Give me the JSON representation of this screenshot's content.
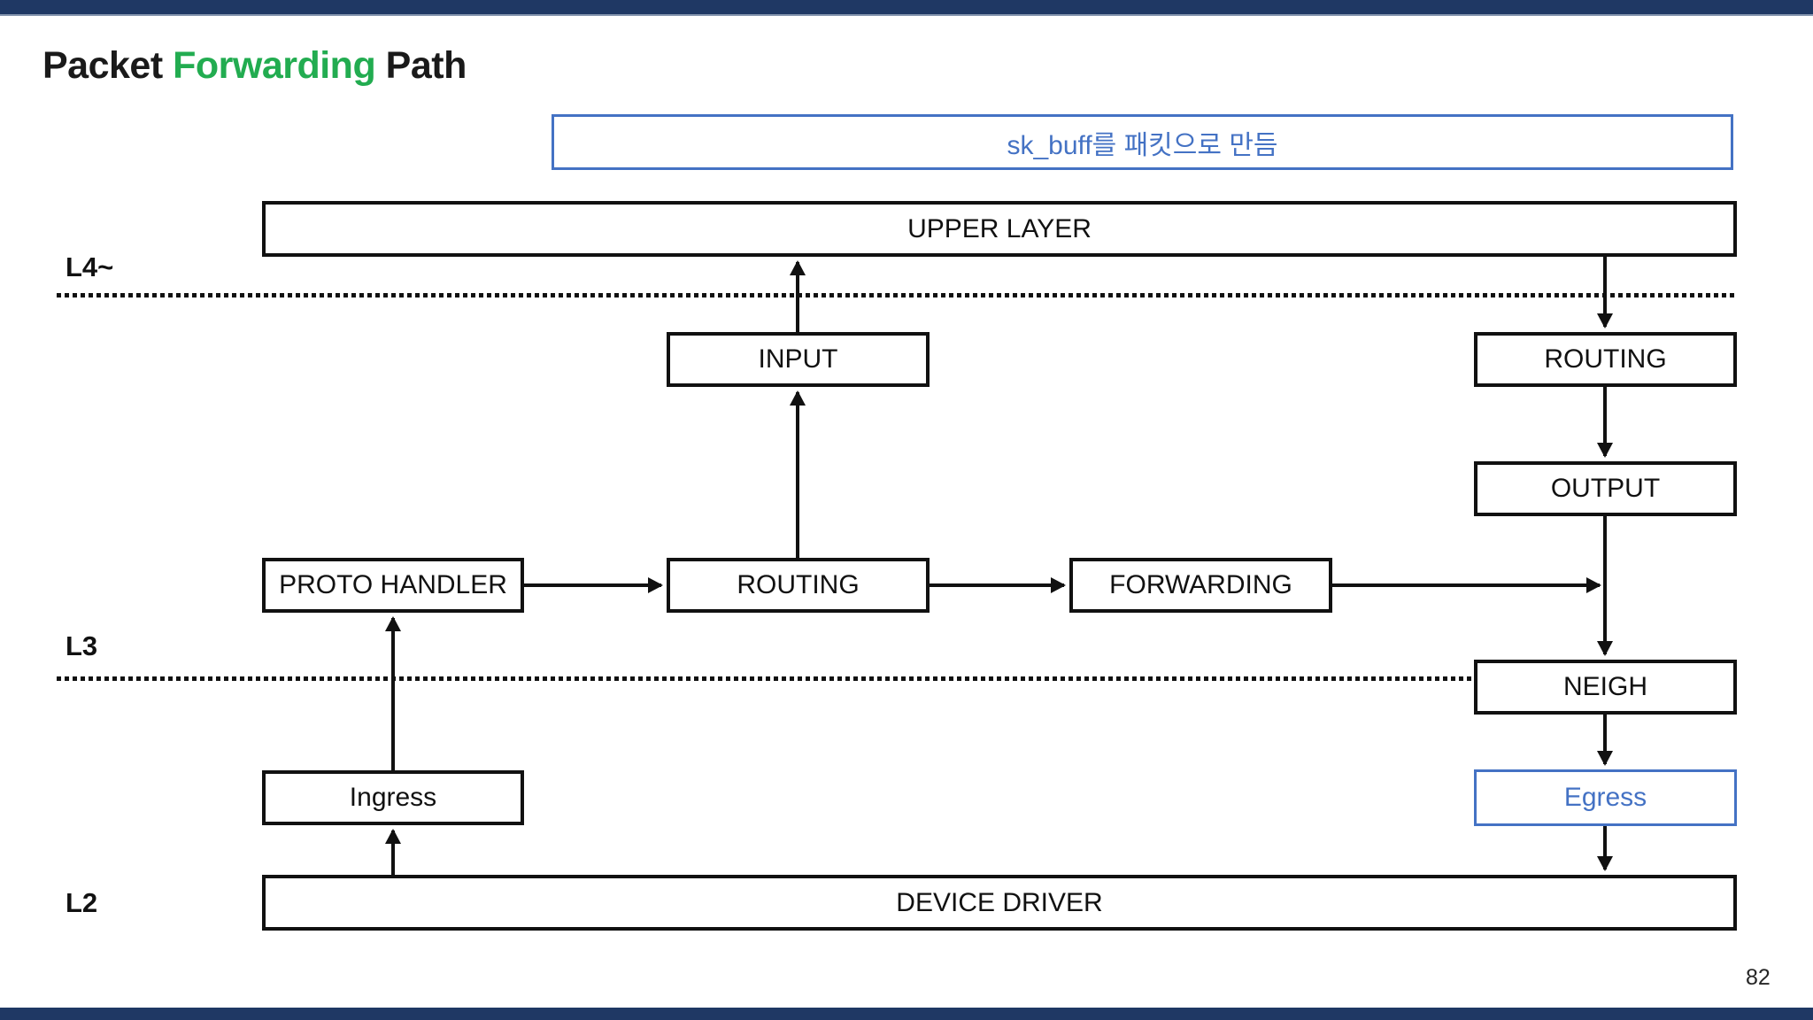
{
  "colors": {
    "navy_bar": "#1f3864",
    "accent_blue": "#4472c4",
    "title_green": "#22ac50",
    "diagram_black": "#111111"
  },
  "title": {
    "part1": "Packet ",
    "highlight": "Forwarding",
    "part2": " Path"
  },
  "callout": {
    "text": "sk_buff를 패킷으로 만듬"
  },
  "layer_labels": {
    "l4": "L4~",
    "l3": "L3",
    "l2": "L2"
  },
  "nodes": {
    "upper_layer": "UPPER LAYER",
    "input": "INPUT",
    "routing_top_right": "ROUTING",
    "output": "OUTPUT",
    "proto_handler": "PROTO HANDLER",
    "routing_center": "ROUTING",
    "forwarding": "FORWARDING",
    "neigh": "NEIGH",
    "ingress": "Ingress",
    "egress": "Egress",
    "device_driver": "DEVICE DRIVER"
  },
  "footer": {
    "page_number": "82"
  }
}
